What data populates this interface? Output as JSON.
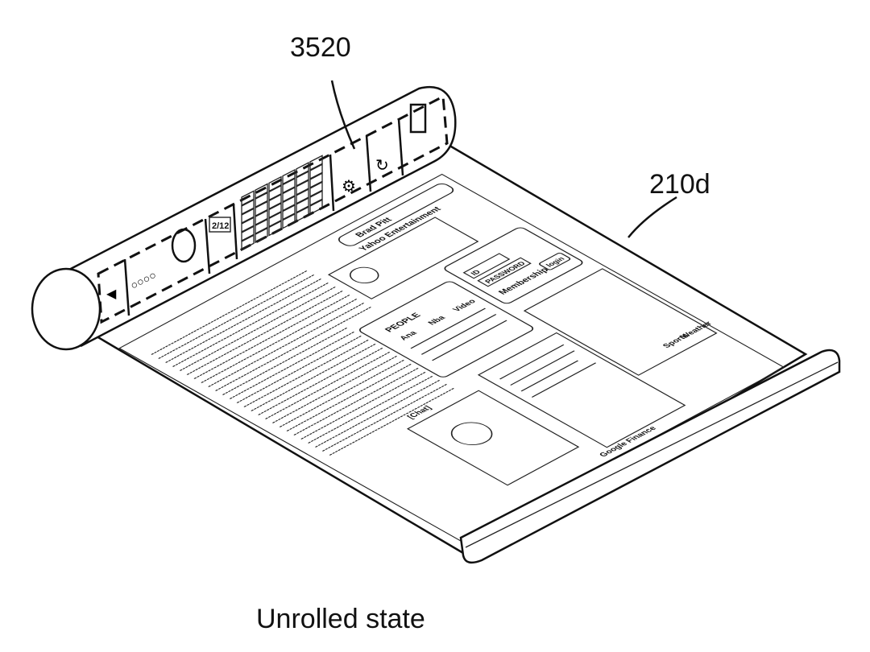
{
  "labels": {
    "toolbar_ref": "3520",
    "screen_ref": "210d",
    "caption": "Unrolled state"
  },
  "roller_toolbar": {
    "calendar_label": "2/12"
  },
  "screen": {
    "profile": {
      "name": "Brad Pitt",
      "source": "Yahoo Entertainment"
    },
    "login": {
      "id_label": "ID",
      "password_label": "PASSWORD",
      "membership_label": "Membership",
      "login_label": "login"
    },
    "menu": {
      "title": "PEOPLE",
      "items": [
        "Ana",
        "Nba",
        "Video"
      ]
    },
    "chat_label": "[Chat]",
    "finance_label": "Google Finance",
    "sports_label": "Sports",
    "weather_label": "Weather"
  }
}
